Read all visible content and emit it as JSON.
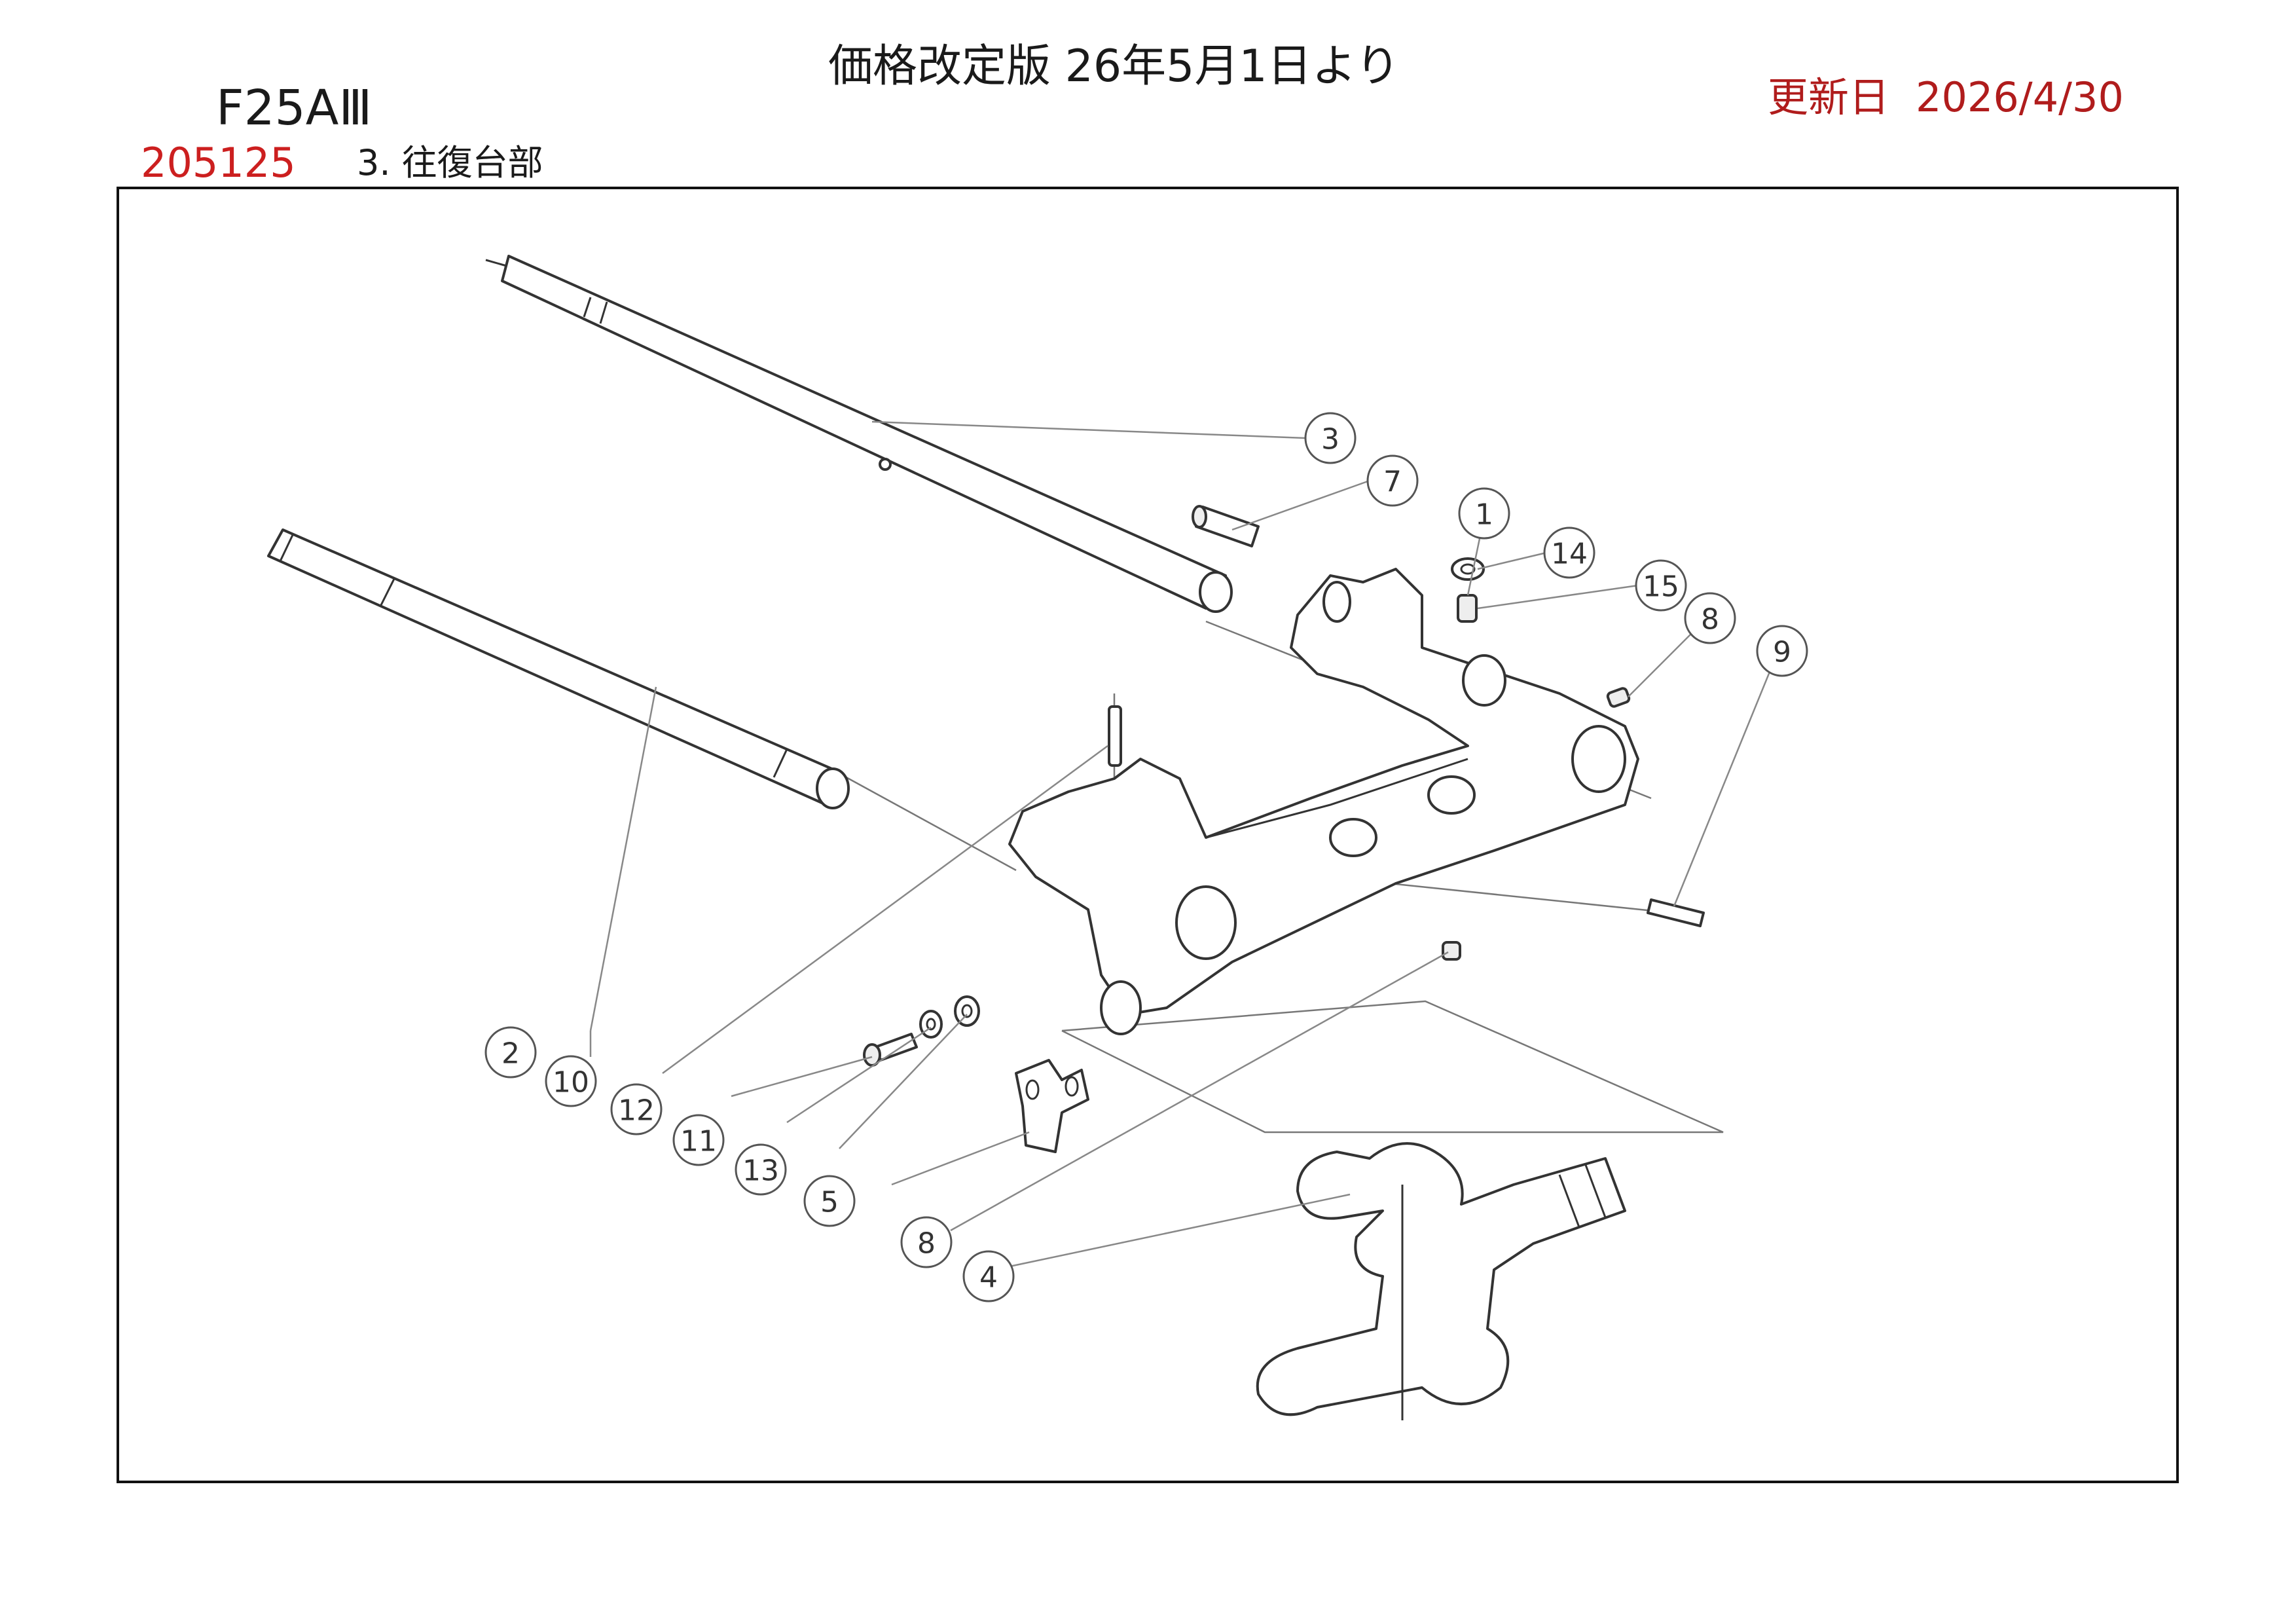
{
  "header": {
    "model": "F25AⅢ",
    "part_code": "205125",
    "section_title": "3. 往復台部",
    "notice": "価格改定版 26年5月1日より",
    "updated_label": "更新日",
    "updated_date": "2026/4/30"
  },
  "colors": {
    "code_red": "#cc1f1f",
    "date_red": "#b01c1c",
    "line": "#333333"
  },
  "callouts": [
    "3",
    "7",
    "1",
    "14",
    "15",
    "8",
    "9",
    "2",
    "10",
    "12",
    "11",
    "13",
    "5",
    "8",
    "4"
  ]
}
